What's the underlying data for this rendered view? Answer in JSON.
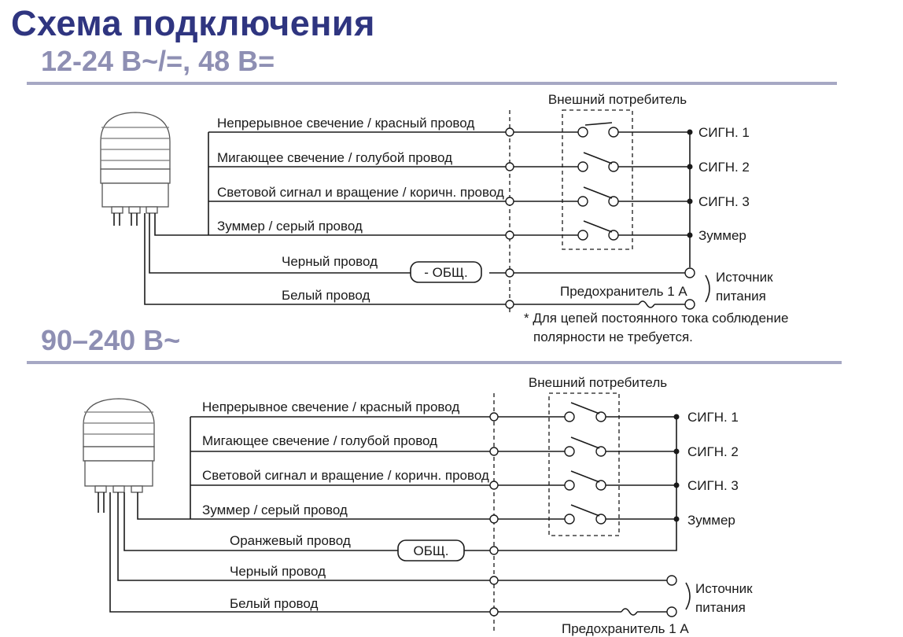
{
  "title": "Схема подключения",
  "section1": {
    "voltage": "12-24 В~/=, 48 В=",
    "external_load": "Внешний потребитель",
    "wires": [
      {
        "label": "Непрерывное свечение / красный провод",
        "signal": "СИГН. 1"
      },
      {
        "label": "Мигающее свечение / голубой провод",
        "signal": "СИГН. 2"
      },
      {
        "label": "Световой сигнал и вращение / коричн. провод",
        "signal": "СИГН. 3"
      },
      {
        "label": "Зуммер / серый провод",
        "signal": "Зуммер"
      }
    ],
    "black_wire": "Черный провод",
    "common": "- ОБЩ.",
    "white_wire": "Белый провод",
    "fuse": "Предохранитель 1 А",
    "power_source_line1": "Источник",
    "power_source_line2": "питания",
    "note_line1": "* Для цепей постоянного тока соблюдение",
    "note_line2": "полярности не требуется."
  },
  "section2": {
    "voltage": "90–240 В~",
    "external_load": "Внешний потребитель",
    "wires": [
      {
        "label": "Непрерывное свечение / красный провод",
        "signal": "СИГН. 1"
      },
      {
        "label": "Мигающее свечение / голубой провод",
        "signal": "СИГН. 2"
      },
      {
        "label": "Световой сигнал и вращение / коричн. провод",
        "signal": "СИГН. 3"
      },
      {
        "label": "Зуммер / серый провод",
        "signal": "Зуммер"
      }
    ],
    "orange_wire": "Оранжевый провод",
    "common": "ОБЩ.",
    "black_wire": "Черный провод",
    "white_wire": "Белый провод",
    "fuse": "Предохранитель 1 А",
    "power_source_line1": "Источник",
    "power_source_line2": "питания"
  }
}
